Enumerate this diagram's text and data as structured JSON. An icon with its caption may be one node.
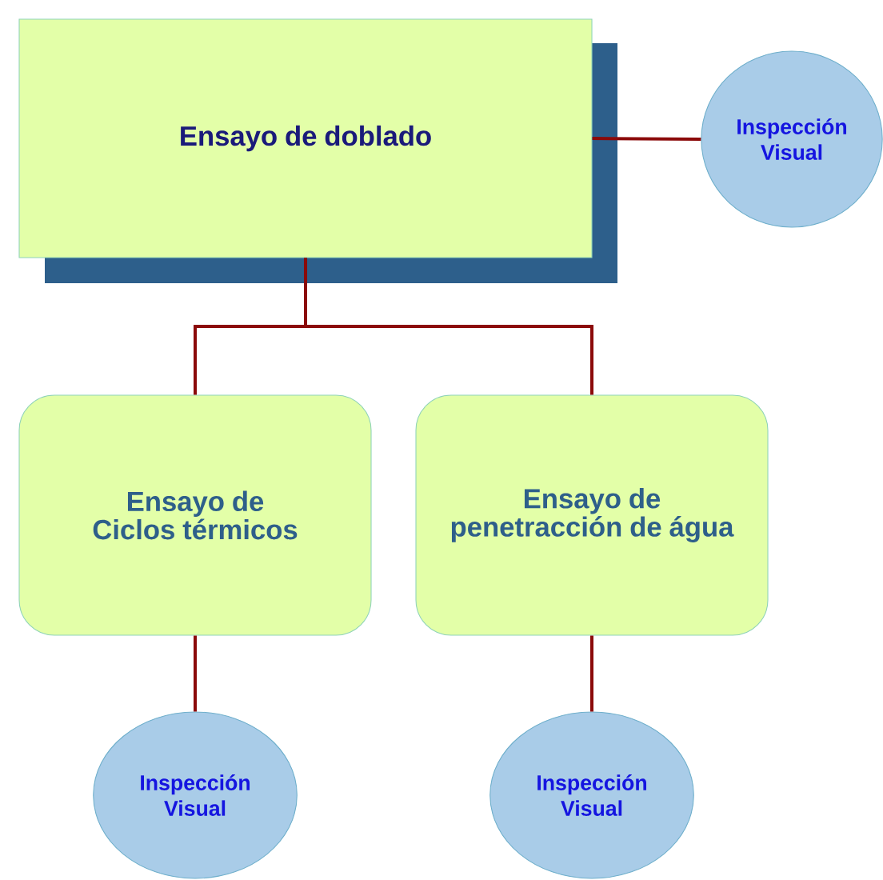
{
  "diagram": {
    "nodes": [
      {
        "text": [
          "Ensayo de doblado"
        ]
      },
      {
        "text": [
          "Inspección Visual"
        ]
      },
      {
        "text": [
          "Ensayo de Ciclos térmicos"
        ]
      },
      {
        "text": [
          "Ensayo de penetracción de água"
        ]
      },
      {
        "text": [
          "Inspección Visual"
        ]
      },
      {
        "text": [
          "Inspección Visual"
        ]
      }
    ],
    "edges": [
      {
        "from": 0,
        "to": 1,
        "arrow": "none"
      },
      {
        "from": 0,
        "to": 2,
        "arrow": "none"
      },
      {
        "from": 0,
        "to": 3,
        "arrow": "none"
      },
      {
        "from": 2,
        "to": 4,
        "arrow": "none"
      },
      {
        "from": 3,
        "to": 5,
        "arrow": "none"
      }
    ]
  }
}
